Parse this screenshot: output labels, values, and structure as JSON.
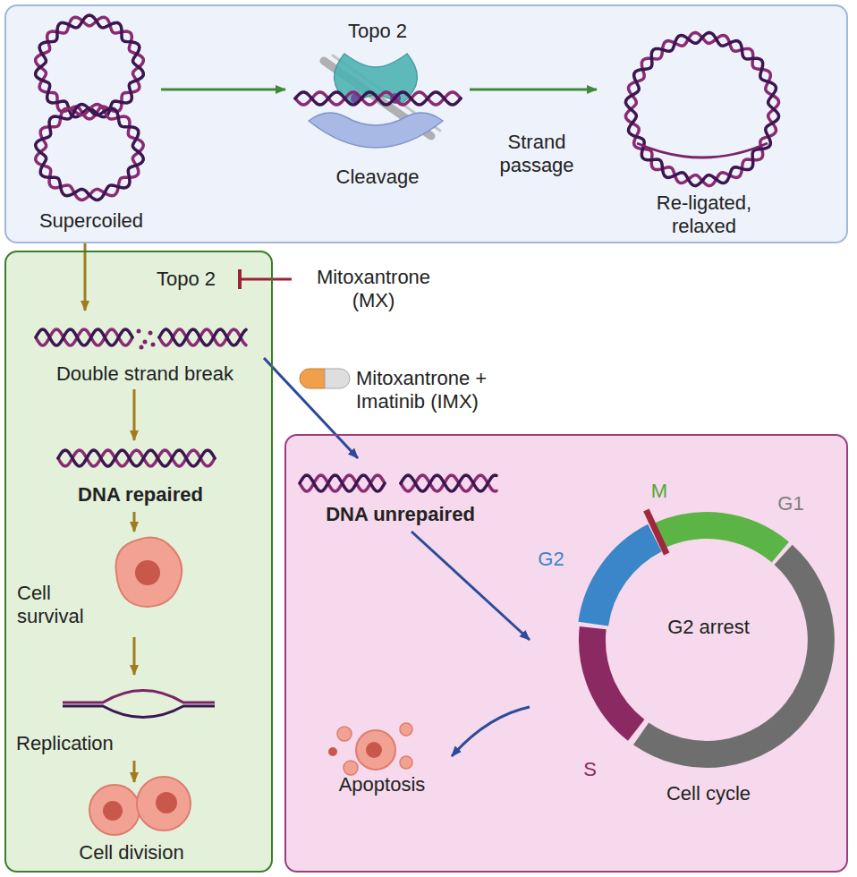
{
  "diagram": {
    "nodes": [
      {
        "text": []
      },
      {
        "text": [
          "Supercoiled"
        ],
        "in": 0
      },
      {
        "text": [
          "Topo 2",
          "Cleavage"
        ],
        "in": 0
      },
      {
        "text": [
          "Re-ligated, relaxed"
        ],
        "in": 0
      },
      {
        "text": []
      },
      {
        "text": [
          "Double strand break"
        ],
        "in": 4
      },
      {
        "text": [
          "DNA repaired"
        ],
        "in": 4
      },
      {
        "text": [
          "Cell survival"
        ],
        "in": 4
      },
      {
        "text": [
          "Replication"
        ],
        "in": 4
      },
      {
        "text": [
          "Cell division"
        ],
        "in": 4
      },
      {
        "text": []
      },
      {
        "text": [
          "DNA unrepaired"
        ],
        "in": 10
      },
      {
        "text": [
          "M",
          "G2",
          "G1",
          "S",
          "G2 arrest",
          "Cell cycle"
        ],
        "in": 10
      },
      {
        "text": [
          "Apoptosis"
        ],
        "in": 10
      }
    ],
    "edges": [
      {
        "from": 1,
        "to": 2,
        "arrow": "to"
      },
      {
        "from": 2,
        "to": 3,
        "label": "Strand passage",
        "arrow": "to"
      },
      {
        "from": 1,
        "to": 5,
        "label": "Topo 2",
        "arrow": "to"
      },
      {
        "from": 5,
        "to": 6,
        "arrow": "to"
      },
      {
        "from": 6,
        "to": 7,
        "arrow": "to"
      },
      {
        "from": 7,
        "to": 8,
        "arrow": "to"
      },
      {
        "from": 8,
        "to": 9,
        "arrow": "to"
      },
      {
        "from": 5,
        "to": 11,
        "arrow": "to"
      },
      {
        "from": 11,
        "to": 12,
        "arrow": "to"
      },
      {
        "from": 12,
        "to": 13,
        "arrow": "to"
      }
    ],
    "labels": [
      "Mitoxantrone (MX)",
      "Mitoxantrone + Imatinib (IMX)"
    ]
  }
}
